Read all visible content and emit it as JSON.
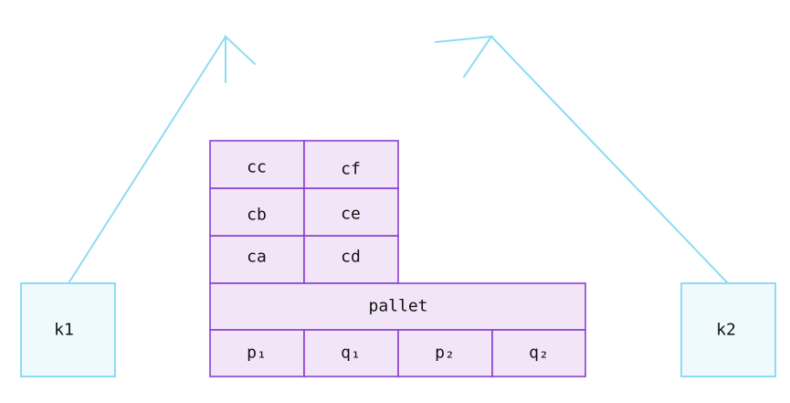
{
  "agents": [
    {
      "id": "k1",
      "label": "k1"
    },
    {
      "id": "k2",
      "label": "k2"
    }
  ],
  "stack": {
    "columns": [
      [
        "ca",
        "cb",
        "cc"
      ],
      [
        "cd",
        "ce",
        "cf"
      ]
    ]
  },
  "pallet": {
    "label": "pallet",
    "slots": [
      "p₁",
      "q₁",
      "p₂",
      "q₂"
    ]
  },
  "colors": {
    "cell_fill": "#f1e5f7",
    "cell_stroke": "#8a3fcf",
    "agent_fill": "#eefafd",
    "agent_stroke": "#8ddcf3"
  }
}
